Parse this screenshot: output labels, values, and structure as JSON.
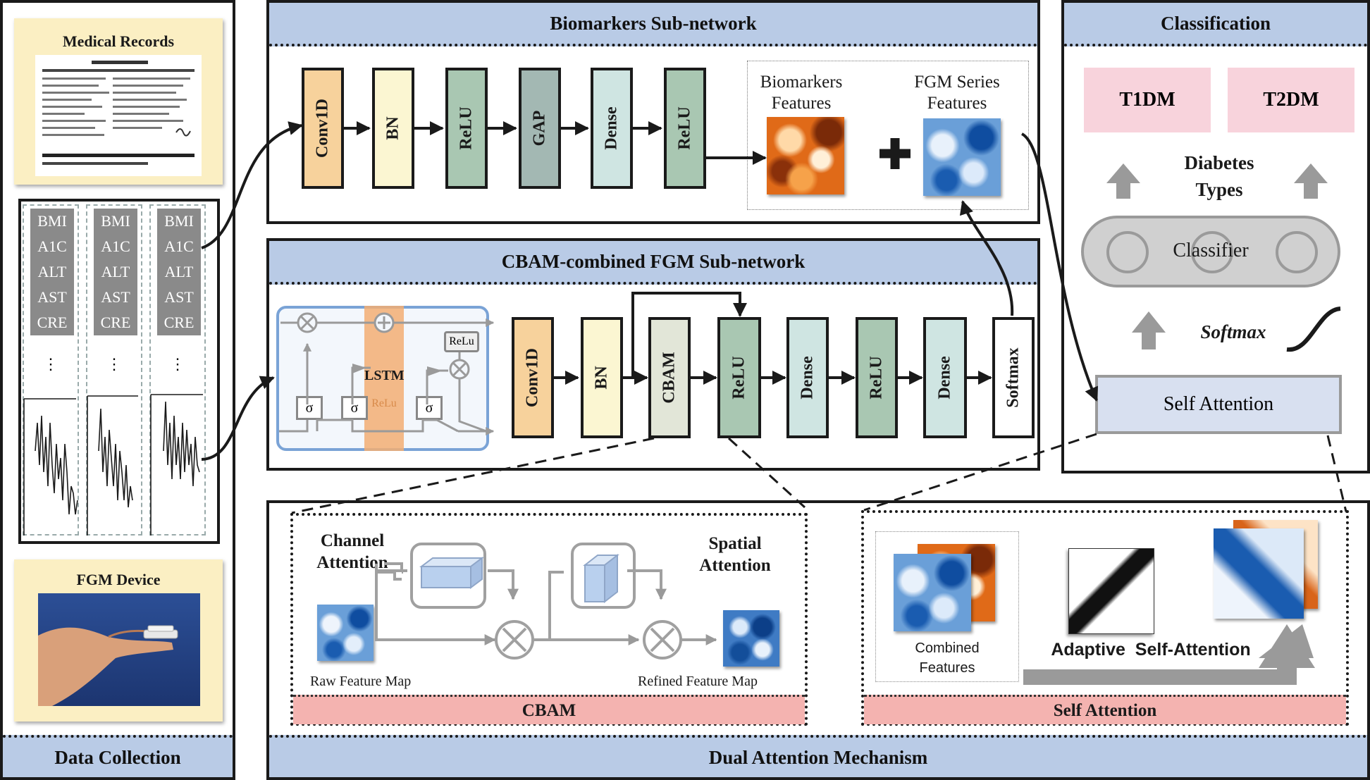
{
  "panels": {
    "data_collection": "Data Collection",
    "biomarkers": "Biomarkers Sub-network",
    "fgm": "CBAM-combined FGM Sub-network",
    "classification": "Classification",
    "dual_attention": "Dual Attention Mechanism"
  },
  "data_collection": {
    "medical_records": "Medical Records",
    "fgm_device": "FGM Device",
    "biomarkers": [
      "BMI",
      "A1C",
      "ALT",
      "AST",
      "CRE"
    ],
    "ellipsis": "⋮"
  },
  "biomarkers_net": {
    "layers": [
      "Conv1D",
      "BN",
      "ReLU",
      "GAP",
      "Dense",
      "ReLU"
    ],
    "biomarker_features": [
      "Biomarkers",
      "Features"
    ],
    "fgm_features": [
      "FGM Series",
      "Features"
    ],
    "plus": "+"
  },
  "fgm_net": {
    "lstm": "LSTM",
    "relu_small": "ReLu",
    "relu_ghost": "ReLu",
    "sigma": "σ",
    "times": "⊗",
    "oplus": "⊕",
    "layers": [
      "Conv1D",
      "BN",
      "CBAM",
      "ReLU",
      "Dense",
      "ReLU",
      "Dense",
      "Softmax"
    ]
  },
  "classification": {
    "t1": "T1DM",
    "t2": "T2DM",
    "diabetes_types": [
      "Diabetes",
      "Types"
    ],
    "classifier": "Classifier",
    "softmax": "Softmax",
    "self_attention": "Self Attention"
  },
  "cbam": {
    "channel_attention": [
      "Channel",
      "Attention"
    ],
    "spatial_attention": [
      "Spatial",
      "Attention"
    ],
    "raw_map": "Raw Feature Map",
    "refined_map": "Refined Feature Map",
    "label": "CBAM"
  },
  "self_attention": {
    "combined": [
      "Combined",
      "Features"
    ],
    "adaptive": "Adaptive  Self-Attention",
    "label": "Self Attention"
  },
  "colors": {
    "band_blue": "#b9cbe6",
    "conv": "#f7d29c",
    "bn": "#fbf6d2",
    "relu": "#a9c7b2",
    "gap": "#a3b8b3",
    "dense": "#cfe5e2",
    "cbam_box": "#e2e6d8",
    "softmax": "#ffffff",
    "pink": "#f4b3b0",
    "class_pink": "#f8d3dc",
    "card": "#fbefc3"
  }
}
